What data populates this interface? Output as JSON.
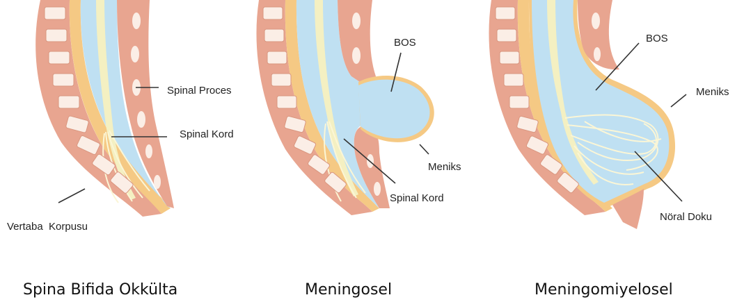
{
  "panels": [
    {
      "id": "occulta",
      "caption": "Spina Bifida Okkülta",
      "labels": {
        "spinal_process": "Spinal Proces",
        "spinal_cord": "Spinal Kord",
        "vertebral_body": "Vertaba  Korpusu"
      }
    },
    {
      "id": "meningocele",
      "caption": "Meningosel",
      "labels": {
        "csf": "BOS",
        "meninges": "Meniks",
        "spinal_cord": "Spinal Kord"
      }
    },
    {
      "id": "myelomeningocele",
      "caption": "Meningomiyelosel",
      "labels": {
        "csf": "BOS",
        "meninges": "Meniks",
        "neural_tissue": "Nöral Doku"
      }
    }
  ],
  "colors": {
    "bone": "#e8a590",
    "bone_light": "#f6d6c8",
    "vertebra_inner": "#fbeee6",
    "csf": "#bfe0f2",
    "dura": "#f5c984",
    "cord": "#f4f0c2",
    "nerve": "#fbf6d6"
  }
}
